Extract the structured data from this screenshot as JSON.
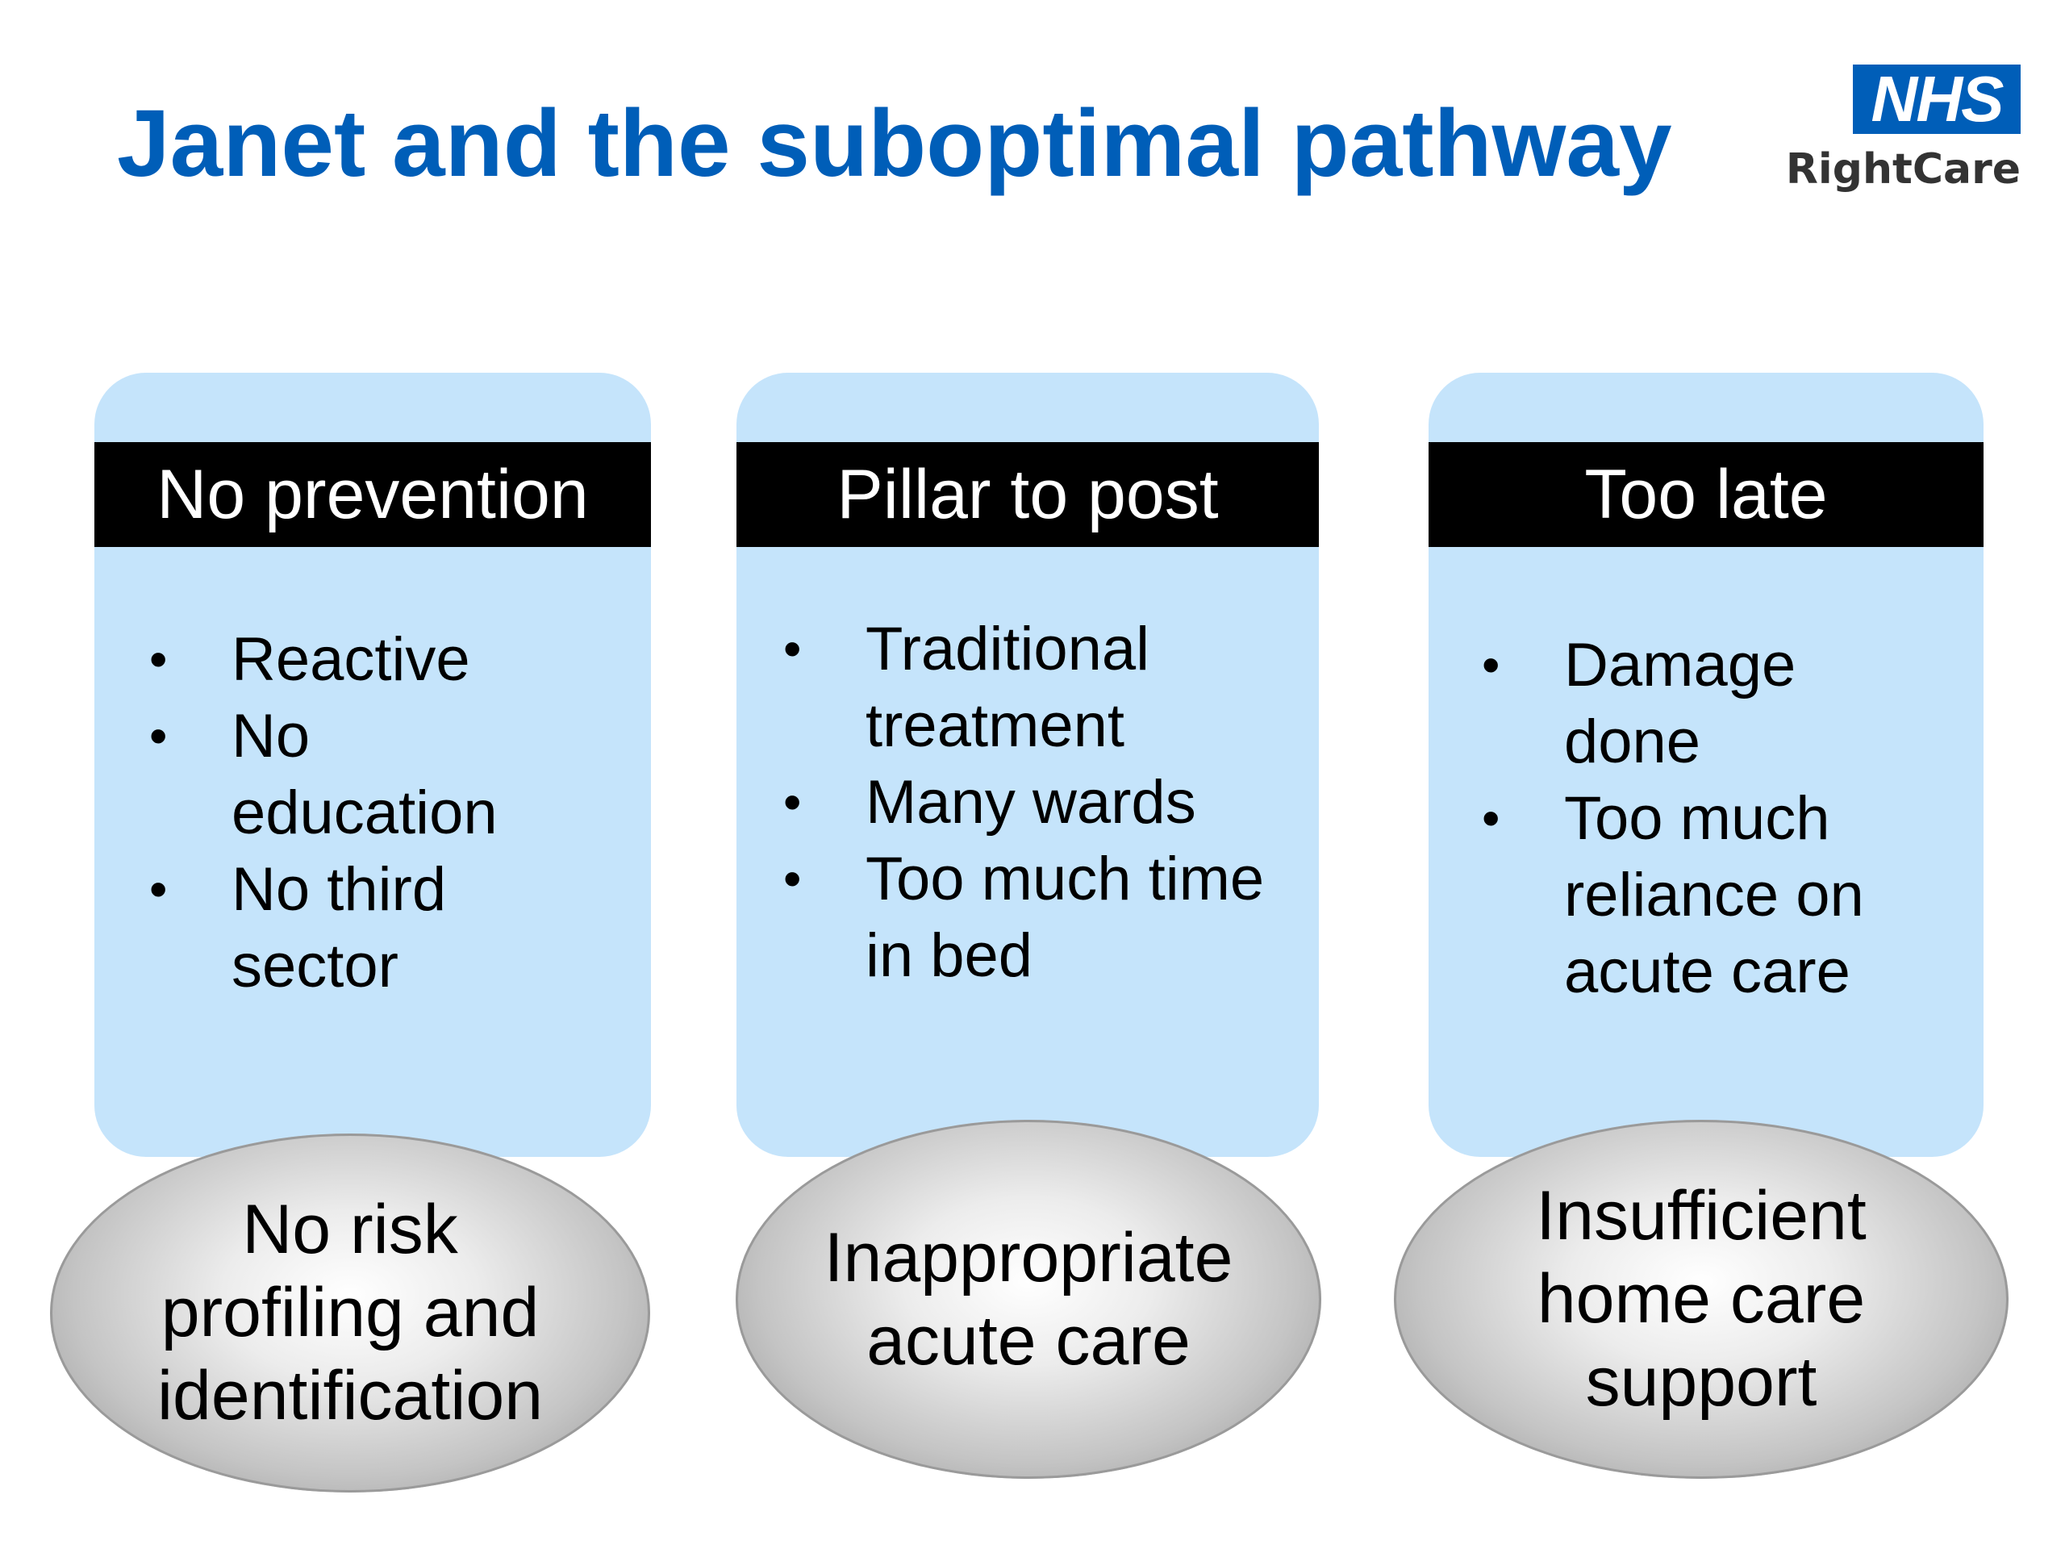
{
  "title": "Janet and the suboptimal pathway",
  "logo": {
    "nhs": "NHS",
    "rightcare": "RightCare"
  },
  "panels": [
    {
      "header": "No prevention",
      "bullets": [
        "Reactive",
        "No education",
        "No third sector"
      ],
      "oval": "No risk profiling and identification"
    },
    {
      "header": "Pillar to post",
      "bullets": [
        "Traditional treatment",
        "Many wards",
        "Too much time in bed"
      ],
      "oval": "Inappropriate acute care"
    },
    {
      "header": "Too late",
      "bullets": [
        "Damage done",
        "Too much reliance on acute care"
      ],
      "oval": "Insufficient home care support"
    }
  ],
  "colors": {
    "title": "#005eb8",
    "panel_fill": "#c5e4fb",
    "header_fill": "#000000",
    "nhs_blue": "#005eb8"
  }
}
